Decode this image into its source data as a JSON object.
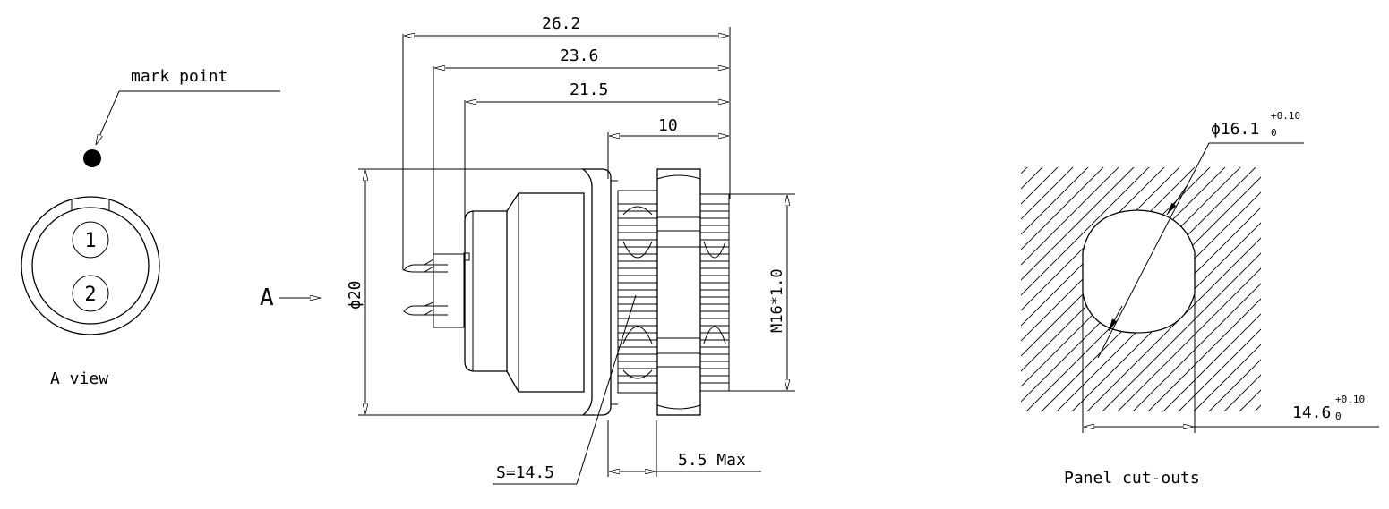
{
  "a_view": {
    "mark_label": "mark point",
    "pin_1": "1",
    "pin_2": "2",
    "caption": "A view"
  },
  "side_view": {
    "view_arrow_label": "A",
    "dim_overall": "26.2",
    "dim_2": "23.6",
    "dim_3": "21.5",
    "dim_thread_len": "10",
    "dim_diameter": "ϕ20",
    "dim_thread": "M16*1.0",
    "dim_nut": "S=14.5",
    "dim_panel_max": "5.5 Max"
  },
  "cutout": {
    "dia_base": "ϕ16.1",
    "dia_tol_upper": "+0.10",
    "dia_tol_lower": "0",
    "flat_base": "14.6",
    "flat_tol_upper": "+0.10",
    "flat_tol_lower": "0",
    "caption": "Panel cut-outs"
  }
}
